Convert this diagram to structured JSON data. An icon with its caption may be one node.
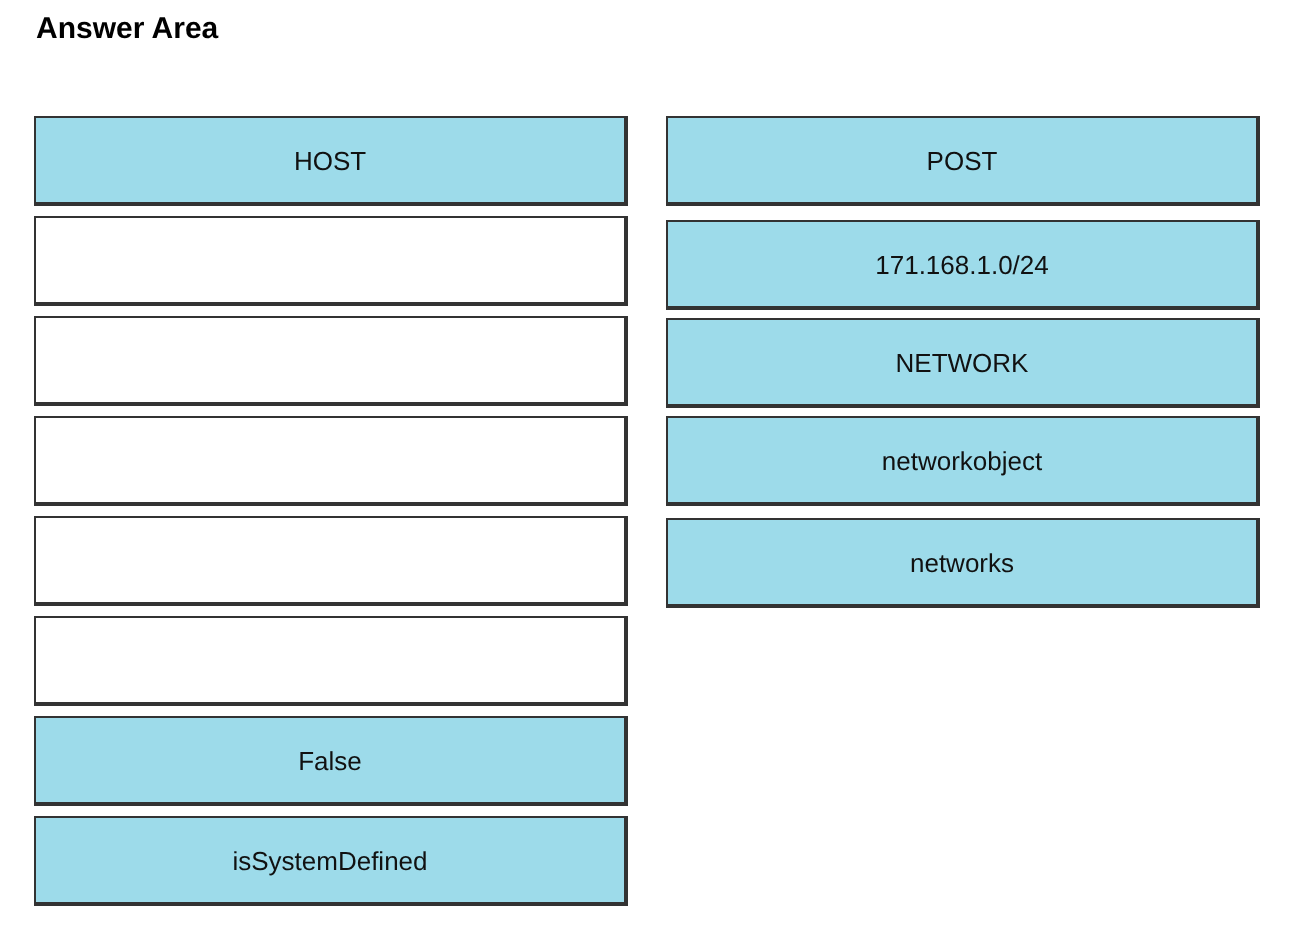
{
  "diagram": {
    "title": "Answer Area",
    "nodes": [
      {
        "text": [
          "HOST"
        ]
      },
      {
        "text": [],
        "shape": "box"
      },
      {
        "text": [],
        "shape": "box"
      },
      {
        "text": [],
        "shape": "box"
      },
      {
        "text": [],
        "shape": "box"
      },
      {
        "text": [],
        "shape": "box"
      },
      {
        "text": [
          "False"
        ]
      },
      {
        "text": [
          "isSystemDefined"
        ]
      },
      {
        "text": [
          "POST"
        ]
      },
      {
        "text": [
          "171.168.1.0/24"
        ]
      },
      {
        "text": [
          "NETWORK"
        ]
      },
      {
        "text": [
          "networkobject"
        ]
      },
      {
        "text": [
          "networks"
        ]
      }
    ]
  }
}
